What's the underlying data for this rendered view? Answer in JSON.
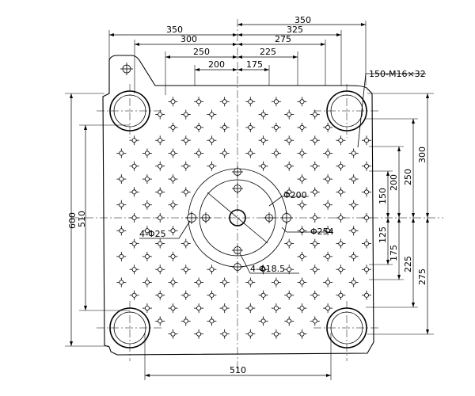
{
  "drawing": {
    "top_dims": {
      "left_350": "350",
      "left_300": "300",
      "left_250": "250",
      "left_200": "200",
      "right_350": "350",
      "right_325": "325",
      "right_275": "275",
      "right_225": "225",
      "right_175": "175"
    },
    "right_dims": {
      "d300": "300",
      "d250": "250",
      "d200": "200",
      "d150": "150",
      "d125": "125",
      "d175": "175",
      "d225": "225",
      "d275": "275"
    },
    "left_dims": {
      "d600": "600",
      "d510": "510"
    },
    "bottom_dims": {
      "d510": "510"
    },
    "callouts": {
      "tapped_holes": "150-M16×32",
      "phi200": "Φ200",
      "phi254": "Φ254",
      "four_phi25": "4-Φ25",
      "four_phi18_5": "4-Φ18.5"
    }
  }
}
